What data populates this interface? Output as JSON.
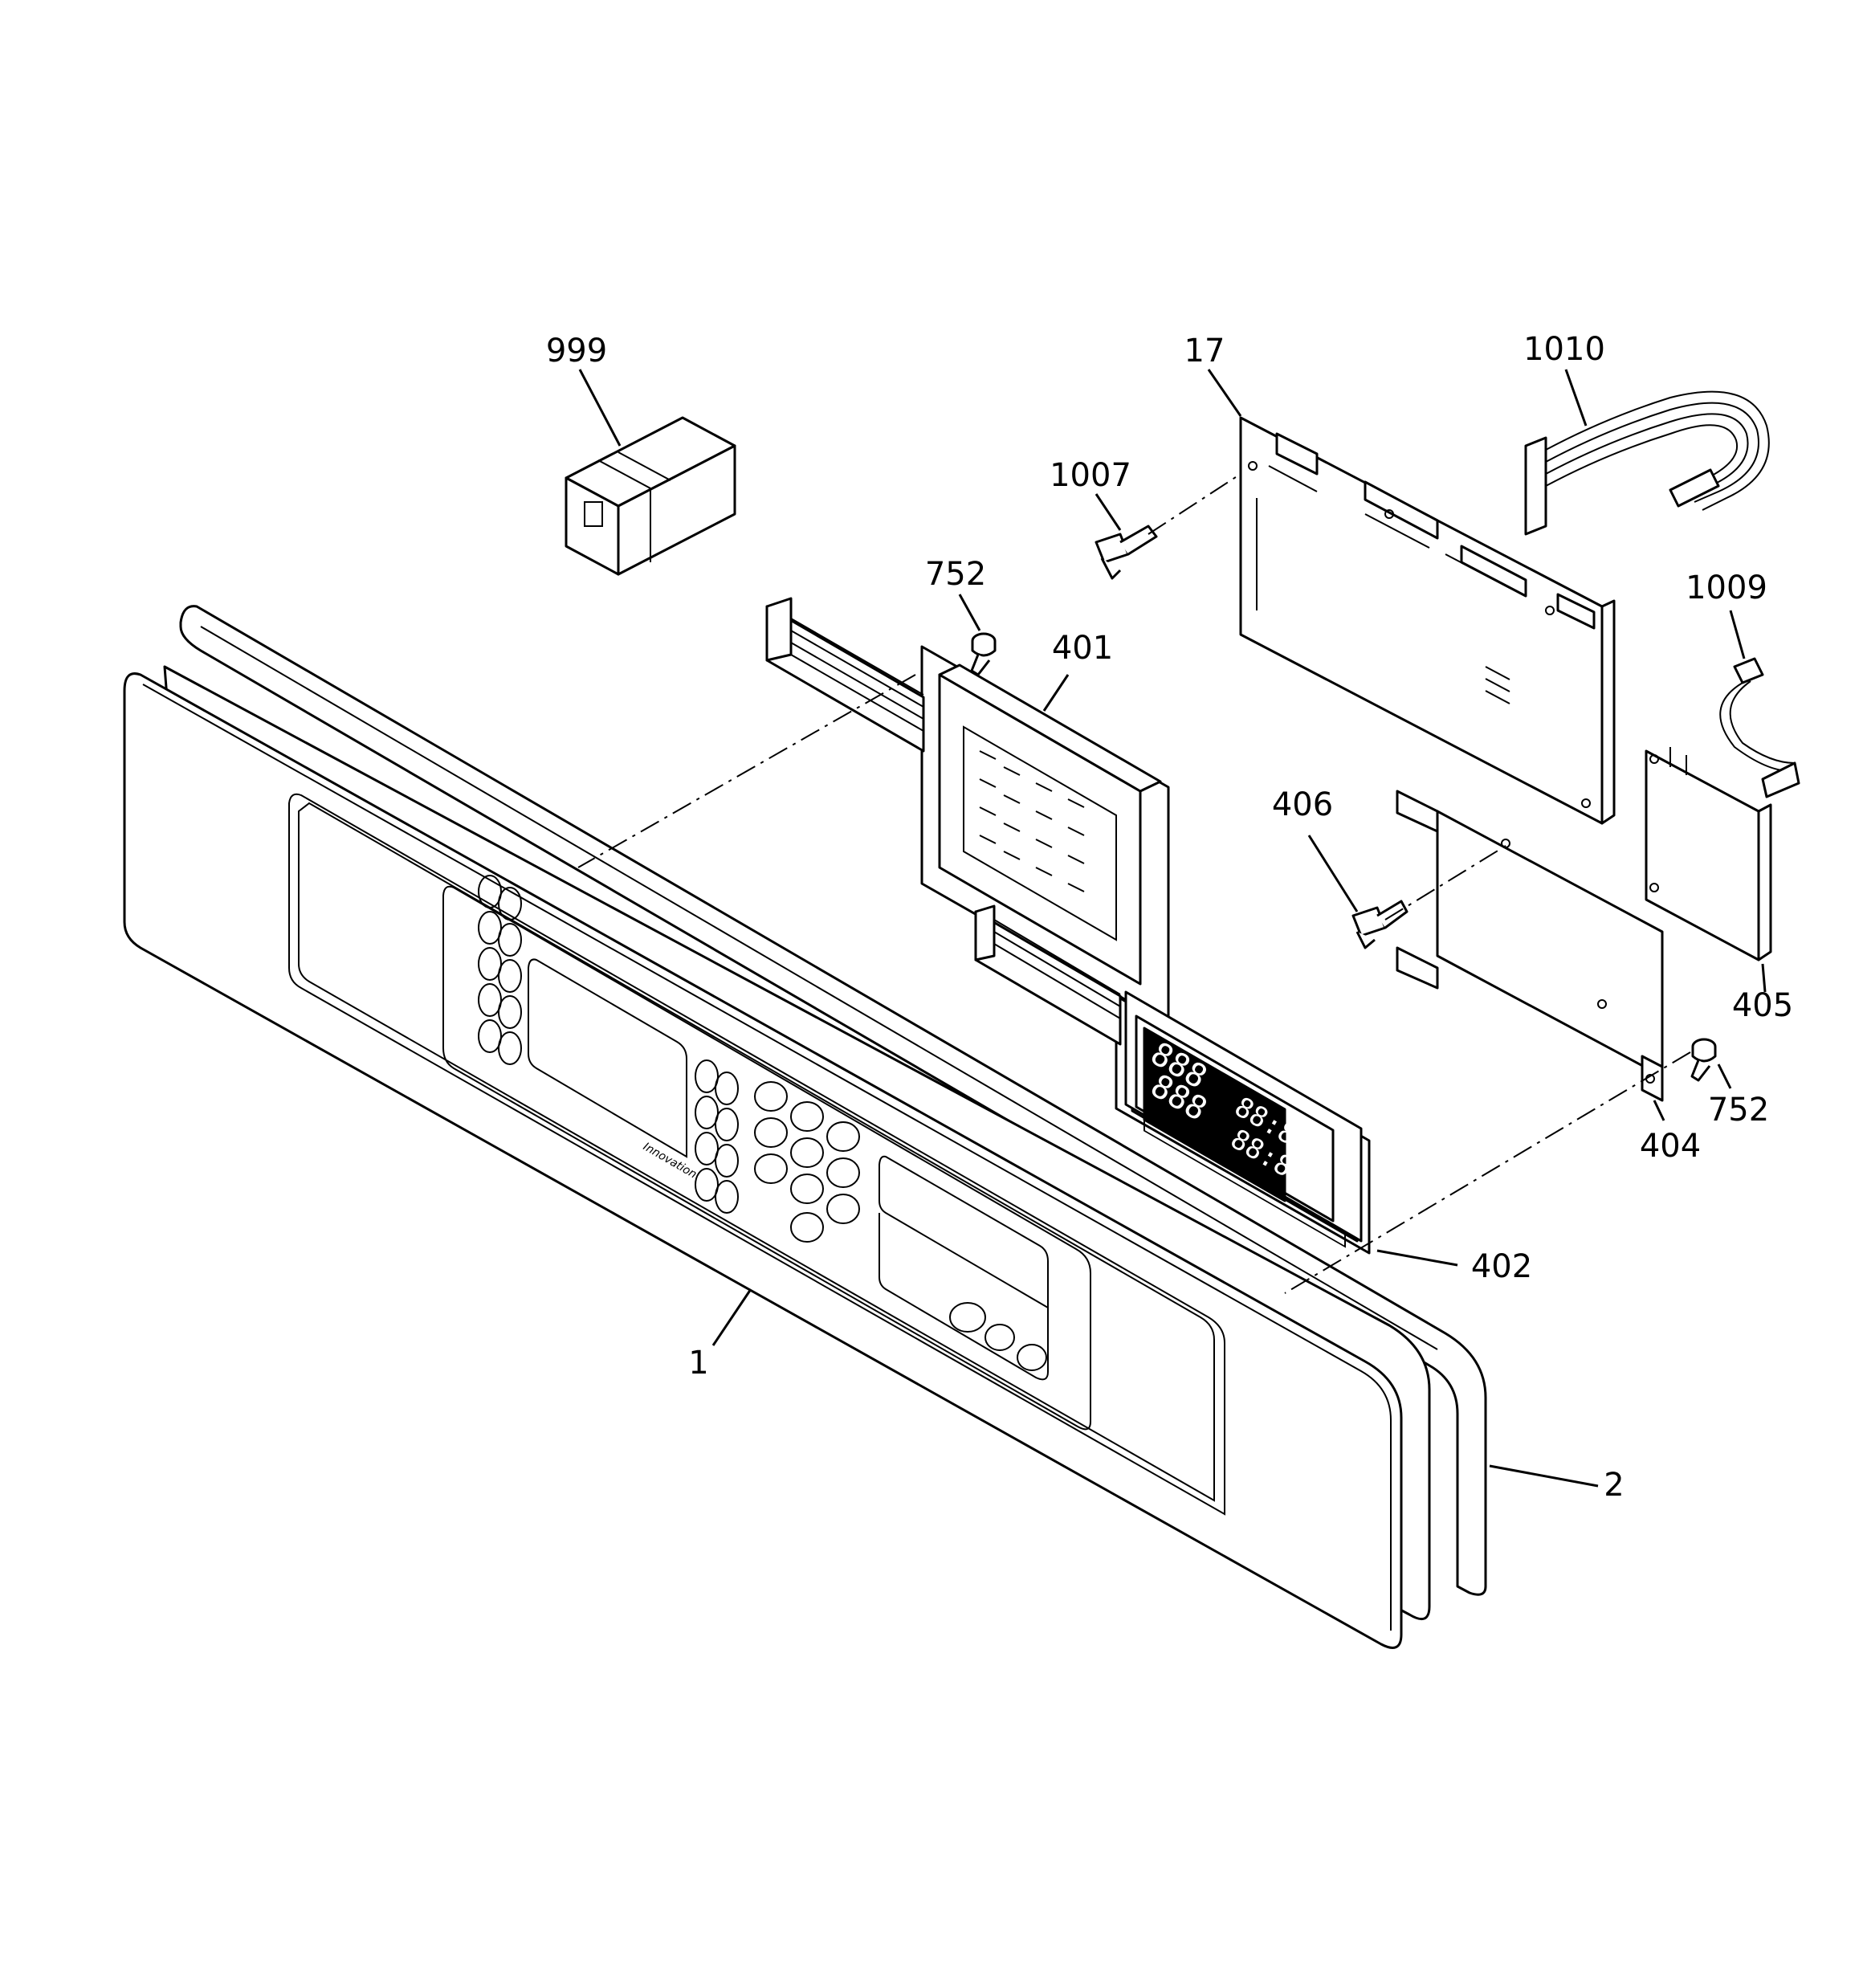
{
  "callouts": {
    "c999": "999",
    "c17": "17",
    "c1010": "1010",
    "c1007": "1007",
    "c752a": "752",
    "c401": "401",
    "c1009": "1009",
    "c406": "406",
    "c405": "405",
    "c752b": "752",
    "c404": "404",
    "c402": "402",
    "c1": "1",
    "c2": "2"
  },
  "panel_text": {
    "brand": "Innovation"
  },
  "display": {
    "upper_left": "888",
    "lower_left": "888",
    "upper_right": "88:88",
    "lower_right": "88:88"
  }
}
